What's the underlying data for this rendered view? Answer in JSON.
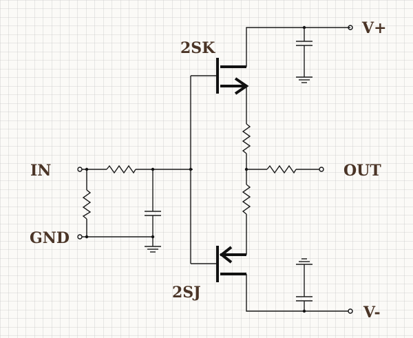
{
  "title": "",
  "labels": {
    "in": "IN",
    "gnd": "GND",
    "out": "OUT",
    "vplus": "V+",
    "vminus": "V-",
    "n_fet": "2SK",
    "p_fet": "2SJ"
  },
  "colors": {
    "background": "#fbfaf7",
    "grid": "#c8c8c8",
    "wire": "#1a1a1a",
    "label": "#4a3426"
  },
  "components": [
    {
      "type": "terminal",
      "name": "IN"
    },
    {
      "type": "terminal",
      "name": "GND"
    },
    {
      "type": "terminal",
      "name": "OUT"
    },
    {
      "type": "terminal",
      "name": "V+"
    },
    {
      "type": "terminal",
      "name": "V-"
    },
    {
      "type": "n-channel-mosfet",
      "name": "2SK"
    },
    {
      "type": "p-channel-mosfet",
      "name": "2SJ"
    },
    {
      "type": "resistor",
      "name": "input series resistor"
    },
    {
      "type": "resistor",
      "name": "input shunt resistor"
    },
    {
      "type": "capacitor",
      "name": "input filter capacitor"
    },
    {
      "type": "resistor",
      "name": "upper source resistor"
    },
    {
      "type": "resistor",
      "name": "lower source resistor"
    },
    {
      "type": "resistor",
      "name": "output resistor"
    },
    {
      "type": "capacitor",
      "name": "V+ decoupling capacitor"
    },
    {
      "type": "capacitor",
      "name": "V- decoupling capacitor"
    },
    {
      "type": "ground",
      "name": "ground"
    }
  ]
}
